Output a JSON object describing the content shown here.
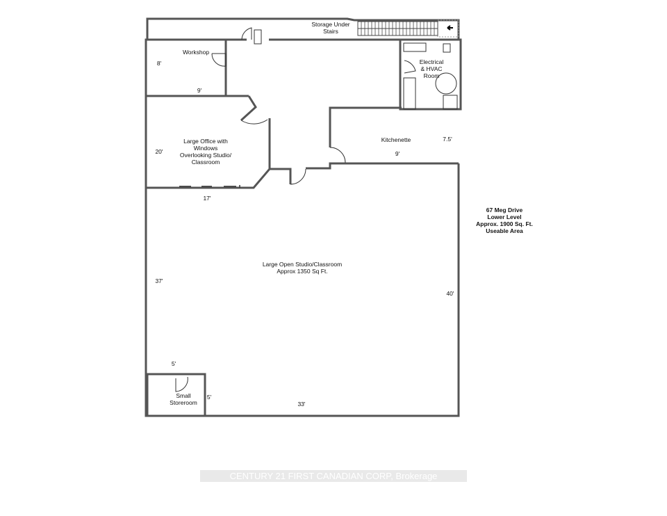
{
  "rooms": {
    "storage": "Storage Under Stairs",
    "storage_l1": "Storage Under",
    "storage_l2": "Stairs",
    "workshop": "Workshop",
    "workshop_h": "8'",
    "workshop_w": "9'",
    "electrical_l1": "Electrical",
    "electrical_l2": "& HVAC",
    "electrical_l3": "Room",
    "kitchenette": "Kitchenette",
    "kitchenette_h": "7.5'",
    "kitchenette_w": "9'",
    "office_l1": "Large Office with",
    "office_l2": "Windows",
    "office_l3": "Overlooking Studio/",
    "office_l4": "Classroom",
    "office_h": "20'",
    "office_w": "17'",
    "studio_l1": "Large Open Studio/Classroom",
    "studio_l2": "Approx 1350 Sq Ft.",
    "studio_left": "37'",
    "studio_right": "40'",
    "studio_bottom": "33'",
    "storeroom_l1": "Small",
    "storeroom_l2": "Storeroom",
    "storeroom_w": "5'",
    "storeroom_h": "5'"
  },
  "summary": {
    "line1": "67 Meg Drive",
    "line2": "Lower Level",
    "line3": "Approx. 1900 Sq. Ft.",
    "line4": "Useable Area"
  },
  "watermark": "CENTURY 21 FIRST CANADIAN CORP, Brokerage"
}
